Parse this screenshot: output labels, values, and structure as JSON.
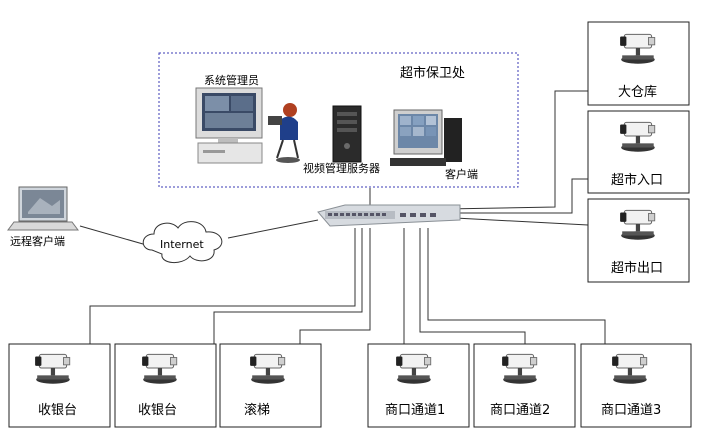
{
  "security_office": {
    "title": "超市保卫处",
    "admin_label": "系统管理员",
    "server_label": "视频管理服务器",
    "client_label": "客户端"
  },
  "remote": {
    "client_label": "远程客户端",
    "cloud_label": "Internet"
  },
  "cameras": {
    "warehouse": "大仓库",
    "entrance": "超市入口",
    "exit": "超市出口",
    "checkout_1": "收银台",
    "checkout_2": "收银台",
    "escalator": "滚梯",
    "mall_passage_1": "商口通道1",
    "mall_passage_2": "商口通道2",
    "mall_passage_3": "商口通道3"
  },
  "colors": {
    "office_border": "#3b3bb5",
    "wire": "#333333",
    "switch_body": "#d7dbe0"
  }
}
